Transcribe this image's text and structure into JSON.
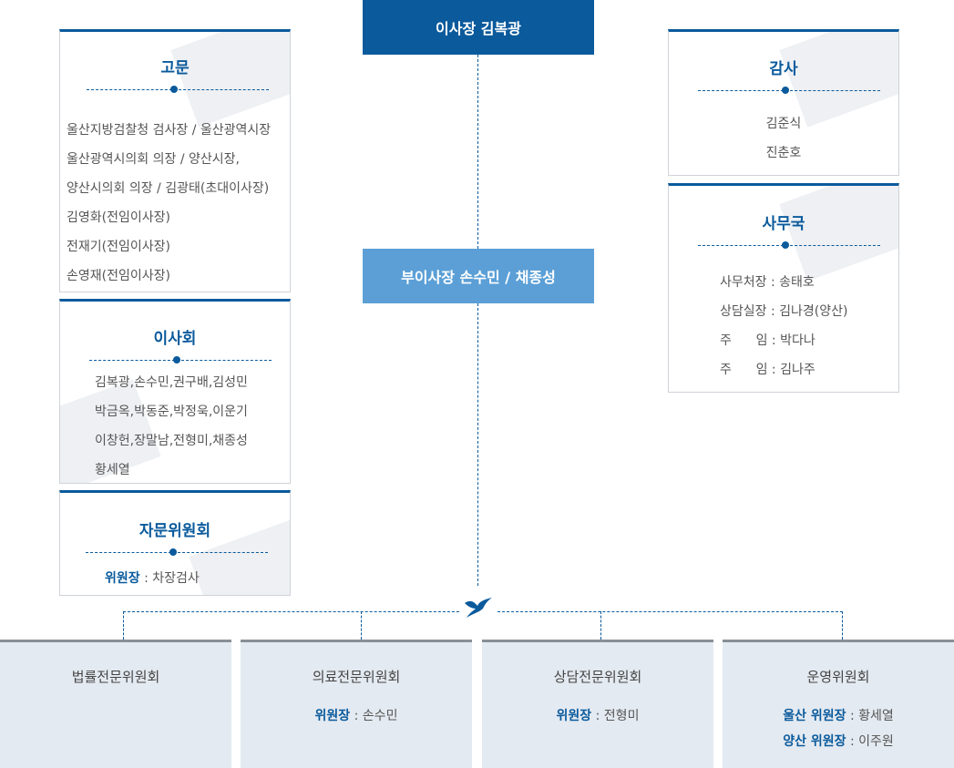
{
  "chairman": "이사장  김복광",
  "vice_chairman": "부이사장  손수민 / 채종성",
  "advisors": {
    "title": "고문",
    "lines": [
      "울산지방검찰청 검사장 / 울산광역시장",
      "울산광역시의회 의장 / 양산시장,",
      "양산시의회 의장 / 김광태(초대이사장)",
      "김영화(전임이사장)",
      "전재기(전임이사장)",
      "손영재(전임이사장)"
    ]
  },
  "board": {
    "title": "이사회",
    "lines": [
      "김복광,손수민,권구배,김성민",
      "박금옥,박동준,박정욱,이운기",
      "이창헌,장말남,전형미,채종성",
      "황세열"
    ]
  },
  "advisory_committee": {
    "title": "자문위원회",
    "label": "위원장",
    "value": " : 차장검사"
  },
  "auditors": {
    "title": "감사",
    "lines": [
      "김준식",
      "진춘호"
    ]
  },
  "secretariat": {
    "title": "사무국",
    "lines": [
      "사무처장 : 송태호",
      "상담실장 : 김나경(양산)",
      "주      임 : 박다나",
      "주      임 : 김나주"
    ]
  },
  "committees": [
    {
      "title": "법률전문위원회",
      "members": []
    },
    {
      "title": "의료전문위원회",
      "members": [
        {
          "label": "위원장",
          "value": " : 손수민"
        }
      ]
    },
    {
      "title": "상담전문위원회",
      "members": [
        {
          "label": "위원장",
          "value": " : 전형미"
        }
      ]
    },
    {
      "title": "운영위원회",
      "members": [
        {
          "label": "울산 위원장",
          "value": " : 황세열"
        },
        {
          "label": "양산 위원장",
          "value": " : 이주원"
        }
      ]
    }
  ],
  "colors": {
    "primary": "#0a5a9c",
    "secondary": "#5b9fd6",
    "committee_bg": "#e4eaf1"
  },
  "icons": {
    "bird": "bird-icon"
  }
}
